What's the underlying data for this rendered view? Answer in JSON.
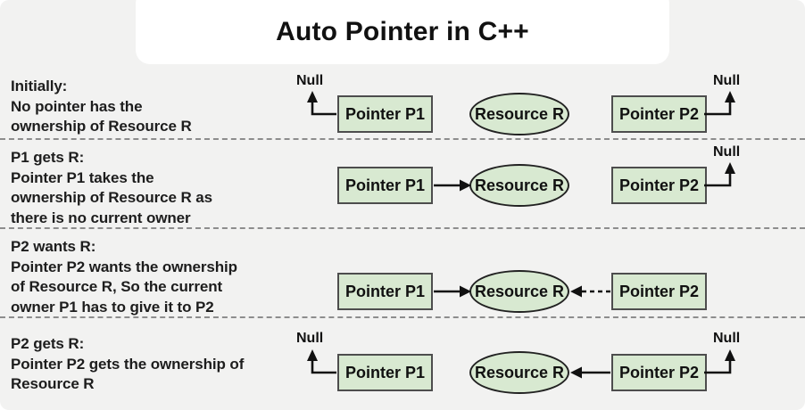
{
  "title": "Auto Pointer in C++",
  "node_labels": {
    "p1": "Pointer P1",
    "p2": "Pointer P2",
    "resource": "Resource R",
    "null_ref": "Null"
  },
  "rows": [
    {
      "text_lines": [
        "Initially:",
        "No pointer has the",
        "ownership of Resource R"
      ]
    },
    {
      "text_lines": [
        "P1 gets R:",
        "Pointer P1 takes the",
        "ownership of Resource R as",
        "there is no current owner"
      ]
    },
    {
      "text_lines": [
        "P2 wants R:",
        "Pointer P2 wants the ownership",
        "of Resource R, So the current",
        "owner P1 has to give it to P2"
      ]
    },
    {
      "text_lines": [
        "P2 gets R:",
        "Pointer P2 gets the ownership of",
        "Resource R"
      ]
    }
  ],
  "colors": {
    "background": "#f2f2f1",
    "title_background": "#ffffff",
    "node_fill": "#d8e9d1",
    "node_border": "#4d4d4d",
    "ellipse_border": "#222222",
    "text": "#171717",
    "divider": "#8d8d8d",
    "arrow": "#111111"
  }
}
